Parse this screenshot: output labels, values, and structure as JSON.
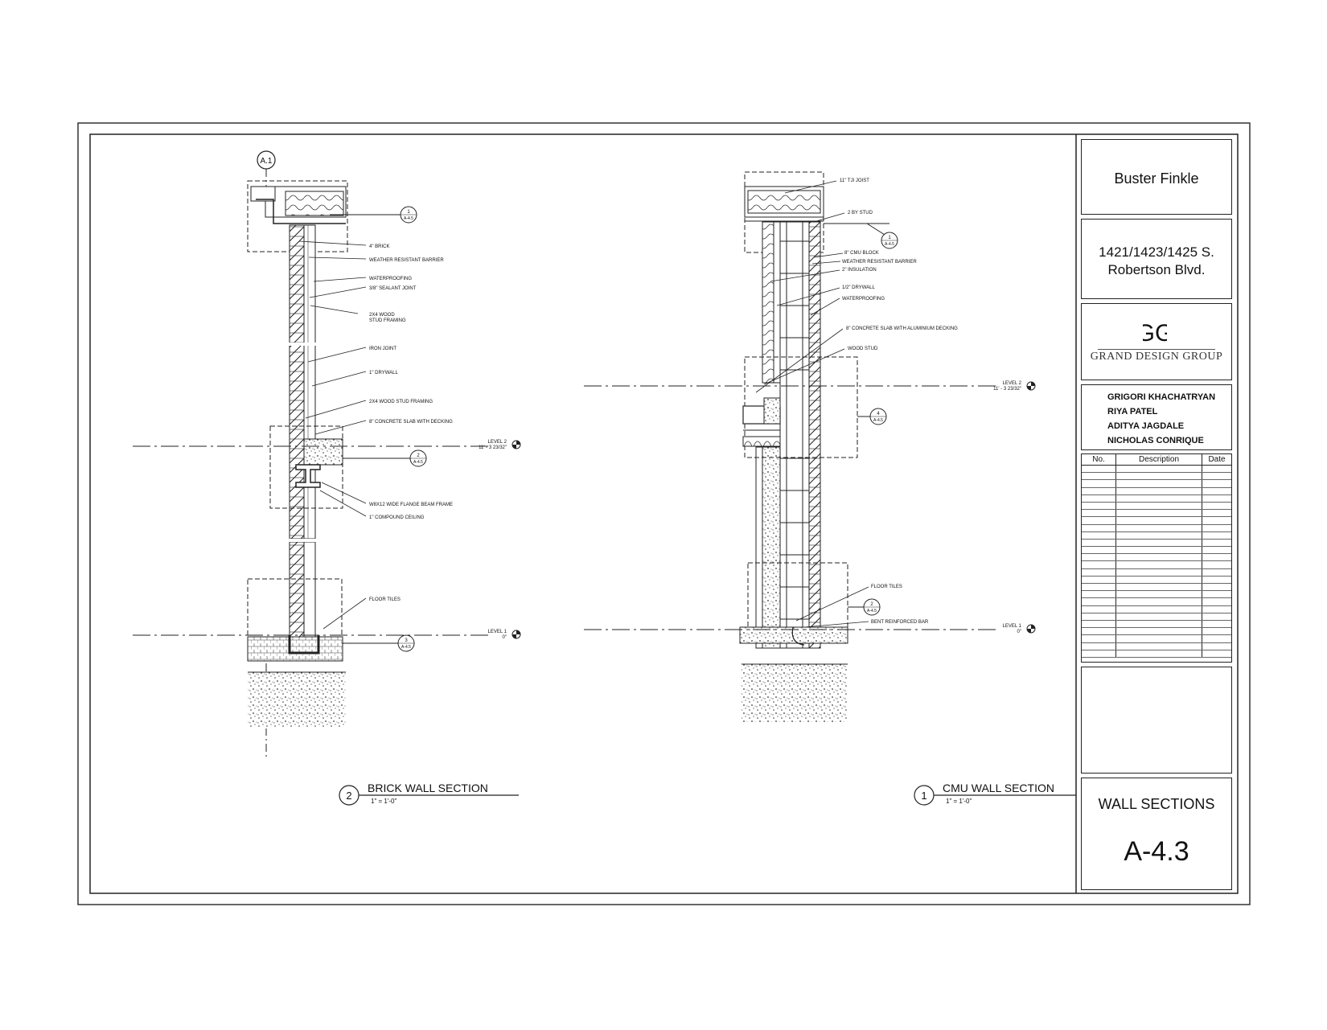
{
  "client": "Buster Finkle",
  "address_line1": "1421/1423/1425 S.",
  "address_line2": "Robertson Blvd.",
  "firm": "GRAND DESIGN GROUP",
  "logo_mark": "GG",
  "team": [
    "GRIGORI KHACHATRYAN",
    "RIYA PATEL",
    "ADITYA JAGDALE",
    "NICHOLAS CONRIQUE"
  ],
  "revisions": {
    "headers": [
      "No.",
      "Description",
      "Date"
    ],
    "row_count": 26
  },
  "sheet_title": "WALL SECTIONS",
  "sheet_number": "A-4.3",
  "brick_section": {
    "number": "2",
    "title": "BRICK WALL SECTION",
    "scale": "1\" = 1'-0\"",
    "grid_tag": "A.1",
    "callouts": [
      {
        "num": "1",
        "sheet": "A-4.5"
      },
      {
        "num": "2",
        "sheet": "A-4.5"
      },
      {
        "num": "3",
        "sheet": "A-4.5"
      }
    ],
    "level2": {
      "name": "LEVEL 2",
      "elev": "11' - 3 23/32\""
    },
    "level1": {
      "name": "LEVEL 1",
      "elev": "0\""
    },
    "notes": [
      "4\" BRICK",
      "WEATHER RESISTANT BARRIER",
      "WATERPROOFING",
      "3/8\" SEALANT JOINT",
      "2X4 WOOD",
      "STUD FRAMING",
      "IRON JOINT",
      "1\" DRYWALL",
      "2X4 WOOD STUD FRAMING",
      "8\" CONCRETE SLAB WITH DECKING",
      "W8X12 WIDE FLANGE BEAM FRAME",
      "1\" COMPOUND CEILING",
      "FLOOR TILES"
    ]
  },
  "cmu_section": {
    "number": "1",
    "title": "CMU WALL SECTION",
    "scale": "1\" = 1'-0\"",
    "callouts": [
      {
        "num": "1",
        "sheet": "A-4.5"
      },
      {
        "num": "4",
        "sheet": "A-4.5"
      },
      {
        "num": "2",
        "sheet": "A-4.5"
      }
    ],
    "level2": {
      "name": "LEVEL 2",
      "elev": "11' - 3 23/32\""
    },
    "level1": {
      "name": "LEVEL 1",
      "elev": "0\""
    },
    "notes": [
      "11\" TJI JOIST",
      "2 BY STUD",
      "8\" CMU BLOCK",
      "WEATHER RESISTANT BARRIER",
      "2\" INSULATION",
      "1/2\" DRYWALL",
      "WATERPROOFING",
      "8\" CONCRETE SLAB WITH ALUMINIUM DECKING",
      "WOOD STUD",
      "FLOOR TILES",
      "BENT REINFORCED BAR"
    ]
  }
}
